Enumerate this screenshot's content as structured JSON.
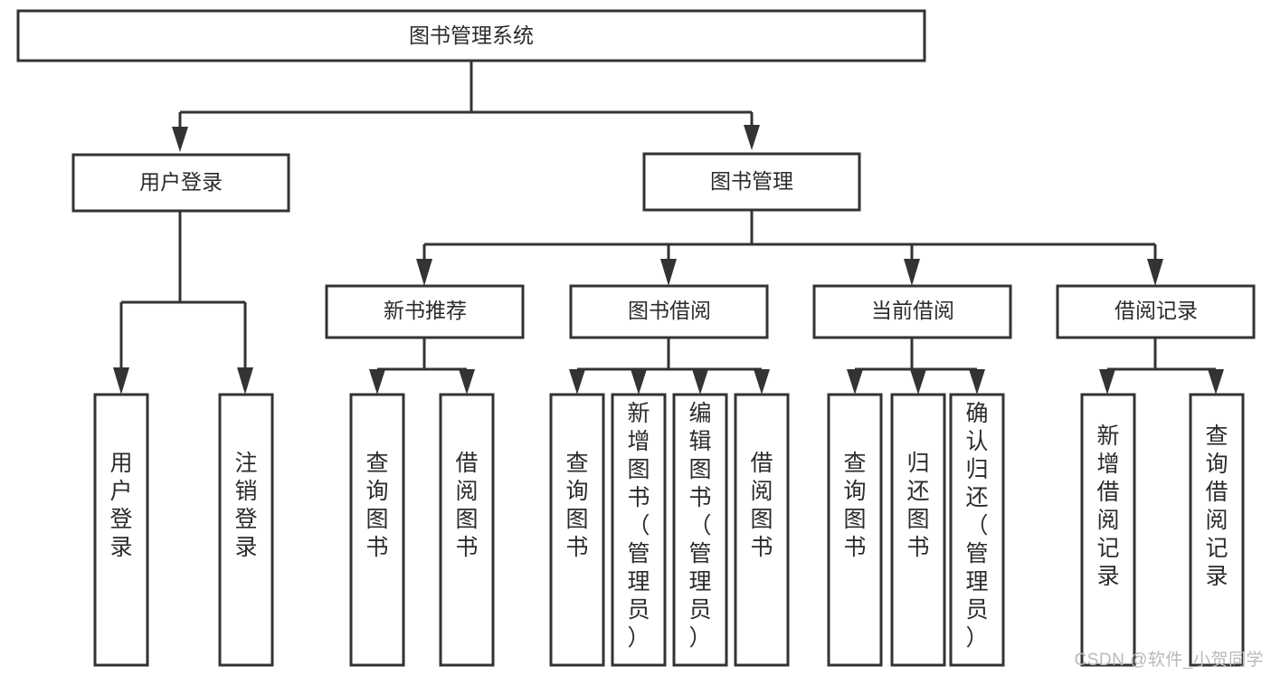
{
  "diagram": {
    "type": "tree",
    "title": "图书管理系统",
    "orientation": "top-down",
    "watermark": "CSDN @软件_小贺同学",
    "colors": {
      "box_stroke": "#333333",
      "box_fill": "#ffffff",
      "connector": "#333333",
      "text": "#2b2b2b",
      "watermark": "#b9b9b9",
      "background": "#ffffff"
    },
    "levels": 3,
    "nodes": {
      "root": {
        "label": "图书管理系统",
        "level": 0,
        "orientation": "horizontal"
      },
      "l1": [
        {
          "label": "用户登录",
          "level": 1,
          "orientation": "horizontal"
        },
        {
          "label": "图书管理",
          "level": 1,
          "orientation": "horizontal"
        }
      ],
      "l2": [
        {
          "label": "新书推荐",
          "level": 2,
          "orientation": "horizontal",
          "parent": "图书管理"
        },
        {
          "label": "图书借阅",
          "level": 2,
          "orientation": "horizontal",
          "parent": "图书管理"
        },
        {
          "label": "当前借阅",
          "level": 2,
          "orientation": "horizontal",
          "parent": "图书管理"
        },
        {
          "label": "借阅记录",
          "level": 2,
          "orientation": "horizontal",
          "parent": "图书管理"
        }
      ],
      "leaves": {
        "user_login": [
          {
            "label": "用户登录",
            "orientation": "vertical",
            "parent": "用户登录"
          },
          {
            "label": "注销登录",
            "orientation": "vertical",
            "parent": "用户登录"
          }
        ],
        "new_book": [
          {
            "label": "查询图书",
            "orientation": "vertical",
            "parent": "新书推荐"
          },
          {
            "label": "借阅图书",
            "orientation": "vertical",
            "parent": "新书推荐"
          }
        ],
        "borrow": [
          {
            "label": "查询图书",
            "orientation": "vertical",
            "parent": "图书借阅"
          },
          {
            "label": "新增图书（管理员）",
            "orientation": "vertical",
            "parent": "图书借阅"
          },
          {
            "label": "编辑图书（管理员）",
            "orientation": "vertical",
            "parent": "图书借阅"
          },
          {
            "label": "借阅图书",
            "orientation": "vertical",
            "parent": "图书借阅"
          }
        ],
        "current": [
          {
            "label": "查询图书",
            "orientation": "vertical",
            "parent": "当前借阅"
          },
          {
            "label": "归还图书",
            "orientation": "vertical",
            "parent": "当前借阅"
          },
          {
            "label": "确认归还（管理员）",
            "orientation": "vertical",
            "parent": "当前借阅"
          }
        ],
        "records": [
          {
            "label": "新增借阅记录",
            "orientation": "vertical",
            "parent": "借阅记录"
          },
          {
            "label": "查询借阅记录",
            "orientation": "vertical",
            "parent": "借阅记录"
          }
        ]
      }
    }
  }
}
